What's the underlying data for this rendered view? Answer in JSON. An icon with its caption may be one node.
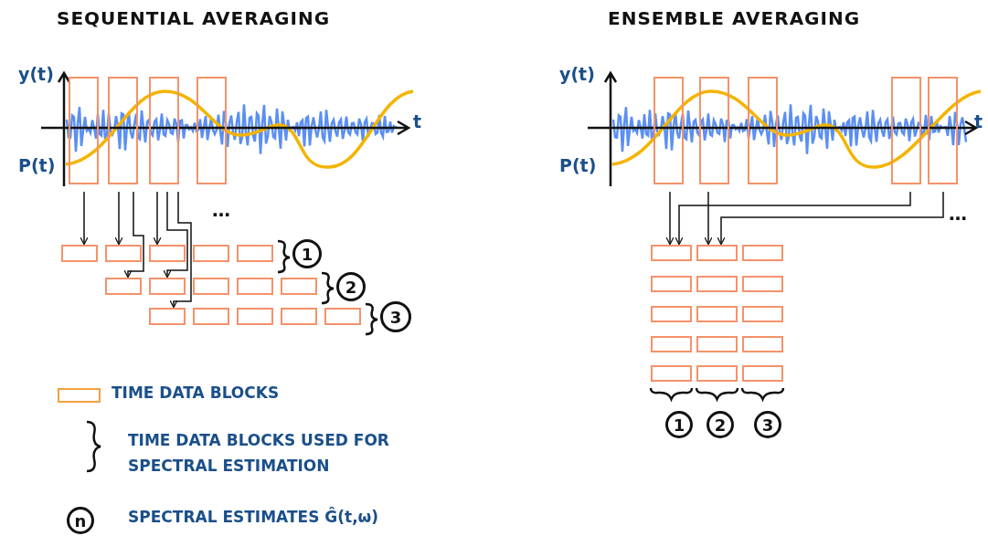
{
  "diagram": {
    "nodes": [
      {
        "text": [],
        "shape": "box"
      },
      {
        "text": [],
        "shape": "box"
      },
      {
        "text": [],
        "shape": "box"
      },
      {
        "text": [],
        "shape": "box"
      },
      {
        "text": [],
        "shape": "box"
      },
      {
        "text": [],
        "shape": "box"
      },
      {
        "text": [],
        "shape": "box"
      },
      {
        "text": [],
        "shape": "box"
      },
      {
        "text": [],
        "shape": "box"
      },
      {
        "text": [],
        "shape": "box"
      },
      {
        "text": [],
        "shape": "box"
      },
      {
        "text": [],
        "shape": "box"
      },
      {
        "text": [],
        "shape": "box"
      },
      {
        "text": [],
        "shape": "box"
      },
      {
        "text": [],
        "shape": "box"
      },
      {
        "text": [],
        "shape": "box"
      },
      {
        "text": [],
        "shape": "box"
      },
      {
        "text": [],
        "shape": "box"
      },
      {
        "text": [],
        "shape": "box"
      },
      {
        "text": [
          "1"
        ]
      },
      {
        "text": [
          "2"
        ]
      },
      {
        "text": [
          "3"
        ]
      },
      {
        "text": [],
        "shape": "box"
      },
      {
        "text": [],
        "shape": "box"
      },
      {
        "text": [],
        "shape": "box"
      },
      {
        "text": [],
        "shape": "box"
      },
      {
        "text": [],
        "shape": "box"
      },
      {
        "text": [],
        "shape": "box"
      },
      {
        "text": [],
        "shape": "box"
      },
      {
        "text": [],
        "shape": "box"
      },
      {
        "text": [],
        "shape": "box"
      },
      {
        "text": [],
        "shape": "box"
      },
      {
        "text": [],
        "shape": "box"
      },
      {
        "text": [],
        "shape": "box"
      },
      {
        "text": [],
        "shape": "box"
      },
      {
        "text": [],
        "shape": "box"
      },
      {
        "text": [],
        "shape": "box"
      },
      {
        "text": [],
        "shape": "box"
      },
      {
        "text": [],
        "shape": "box"
      },
      {
        "text": [],
        "shape": "box"
      },
      {
        "text": [],
        "shape": "box"
      },
      {
        "text": [],
        "shape": "box"
      },
      {
        "text": [
          "1"
        ]
      },
      {
        "text": [
          "2"
        ]
      },
      {
        "text": [
          "3"
        ]
      },
      {
        "text": [
          "n"
        ]
      }
    ],
    "edges": [
      {
        "from": 0,
        "to": 4,
        "arrow": "to"
      },
      {
        "from": 1,
        "to": 5,
        "arrow": "to"
      },
      {
        "from": 1,
        "to": 9,
        "arrow": "to"
      },
      {
        "from": 2,
        "to": 6,
        "arrow": "to"
      },
      {
        "from": 2,
        "to": 10,
        "arrow": "to"
      },
      {
        "from": 2,
        "to": 14,
        "arrow": "to"
      },
      {
        "from": 22,
        "to": 27,
        "arrow": "to"
      },
      {
        "from": 25,
        "to": 27,
        "arrow": "to"
      },
      {
        "from": 23,
        "to": 28,
        "arrow": "to"
      },
      {
        "from": 26,
        "to": 28,
        "arrow": "to"
      }
    ],
    "labels": [
      "SEQUENTIAL AVERAGING",
      "ENSEMBLE AVERAGING",
      "y(t)",
      "P(t)",
      "t",
      "…",
      "y(t)",
      "P(t)",
      "t",
      "…"
    ],
    "legend": [
      {
        "text": "TIME DATA BLOCKS"
      },
      {
        "text": "TIME DATA BLOCKS USED FOR SPECTRAL ESTIMATION"
      },
      {
        "text": "SPECTRAL ESTIMATES Ĝ(t,ω)"
      }
    ]
  }
}
